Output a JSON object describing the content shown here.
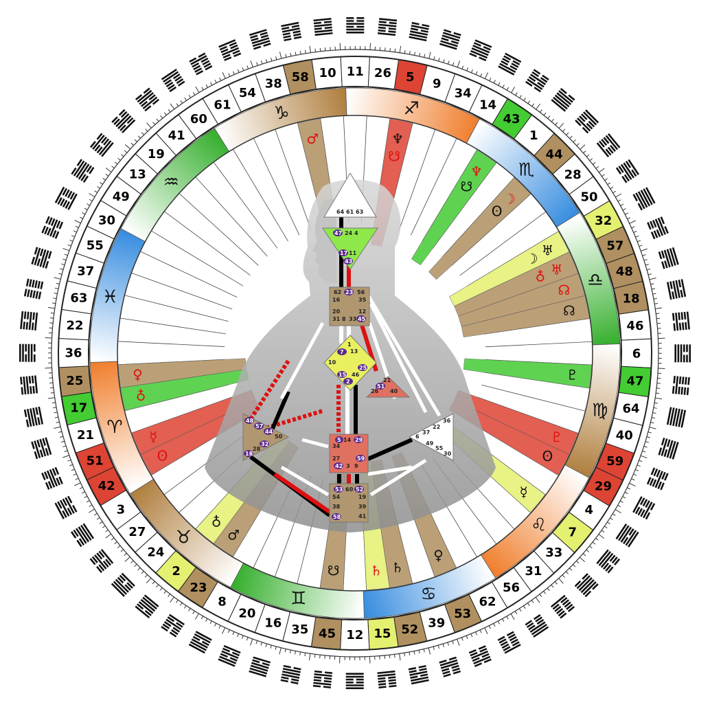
{
  "outer_gates": [
    {
      "n": "10",
      "c": ""
    },
    {
      "n": "11",
      "c": ""
    },
    {
      "n": "26",
      "c": ""
    },
    {
      "n": "5",
      "c": "red"
    },
    {
      "n": "9",
      "c": ""
    },
    {
      "n": "34",
      "c": ""
    },
    {
      "n": "14",
      "c": ""
    },
    {
      "n": "43",
      "c": "green"
    },
    {
      "n": "1",
      "c": ""
    },
    {
      "n": "44",
      "c": "brown"
    },
    {
      "n": "28",
      "c": ""
    },
    {
      "n": "50",
      "c": ""
    },
    {
      "n": "32",
      "c": "yellow"
    },
    {
      "n": "57",
      "c": "brown"
    },
    {
      "n": "48",
      "c": "brown"
    },
    {
      "n": "18",
      "c": "brown"
    },
    {
      "n": "46",
      "c": ""
    },
    {
      "n": "6",
      "c": ""
    },
    {
      "n": "47",
      "c": "green"
    },
    {
      "n": "64",
      "c": ""
    },
    {
      "n": "40",
      "c": ""
    },
    {
      "n": "59",
      "c": "red"
    },
    {
      "n": "29",
      "c": "red"
    },
    {
      "n": "4",
      "c": ""
    },
    {
      "n": "7",
      "c": "yellow"
    },
    {
      "n": "33",
      "c": ""
    },
    {
      "n": "31",
      "c": ""
    },
    {
      "n": "56",
      "c": ""
    },
    {
      "n": "62",
      "c": ""
    },
    {
      "n": "53",
      "c": "brown"
    },
    {
      "n": "39",
      "c": ""
    },
    {
      "n": "52",
      "c": "brown"
    },
    {
      "n": "15",
      "c": "yellow"
    },
    {
      "n": "12",
      "c": ""
    },
    {
      "n": "45",
      "c": "brown"
    },
    {
      "n": "35",
      "c": ""
    },
    {
      "n": "16",
      "c": ""
    },
    {
      "n": "20",
      "c": ""
    },
    {
      "n": "8",
      "c": ""
    },
    {
      "n": "23",
      "c": "brown"
    },
    {
      "n": "2",
      "c": "yellow"
    },
    {
      "n": "24",
      "c": ""
    },
    {
      "n": "27",
      "c": ""
    },
    {
      "n": "3",
      "c": ""
    },
    {
      "n": "42",
      "c": "red"
    },
    {
      "n": "51",
      "c": "red"
    },
    {
      "n": "21",
      "c": ""
    },
    {
      "n": "17",
      "c": "green"
    },
    {
      "n": "25",
      "c": "brown"
    },
    {
      "n": "36",
      "c": ""
    },
    {
      "n": "22",
      "c": ""
    },
    {
      "n": "63",
      "c": ""
    },
    {
      "n": "37",
      "c": ""
    },
    {
      "n": "55",
      "c": ""
    },
    {
      "n": "30",
      "c": ""
    },
    {
      "n": "49",
      "c": ""
    },
    {
      "n": "13",
      "c": ""
    },
    {
      "n": "19",
      "c": ""
    },
    {
      "n": "41",
      "c": ""
    },
    {
      "n": "60",
      "c": ""
    },
    {
      "n": "61",
      "c": ""
    },
    {
      "n": "54",
      "c": ""
    },
    {
      "n": "38",
      "c": ""
    },
    {
      "n": "58",
      "c": "brown"
    }
  ],
  "zodiac": [
    {
      "sym": "♐",
      "color": "#f08030"
    },
    {
      "sym": "♏",
      "color": "#3a8ee0"
    },
    {
      "sym": "♎",
      "color": "#38b030"
    },
    {
      "sym": "♍",
      "color": "#b08040"
    },
    {
      "sym": "♌",
      "color": "#f08030"
    },
    {
      "sym": "♋",
      "color": "#3a8ee0"
    },
    {
      "sym": "♊",
      "color": "#38b030"
    },
    {
      "sym": "♉",
      "color": "#b08040"
    },
    {
      "sym": "♈",
      "color": "#f08030"
    },
    {
      "sym": "♓",
      "color": "#3a8ee0"
    },
    {
      "sym": "♒",
      "color": "#38b030"
    },
    {
      "sym": "♑",
      "color": "#b08040"
    }
  ],
  "planets": [
    {
      "sym": "♆",
      "color": "#111111"
    },
    {
      "sym": "♆",
      "color": "#dd1111"
    },
    {
      "sym": "☽",
      "color": "#dd1111"
    },
    {
      "sym": "♅",
      "color": "#111111"
    },
    {
      "sym": "♅",
      "color": "#dd1111"
    },
    {
      "sym": "☊",
      "color": "#dd1111"
    },
    {
      "sym": "☊",
      "color": "#111111"
    },
    {
      "sym": "♇",
      "color": "#111111"
    },
    {
      "sym": "♇",
      "color": "#dd1111"
    },
    {
      "sym": "ʘ",
      "color": "#111111"
    },
    {
      "sym": "☿",
      "color": "#111111"
    },
    {
      "sym": "♀",
      "color": "#111111"
    },
    {
      "sym": "♄",
      "color": "#111111"
    },
    {
      "sym": "♄",
      "color": "#dd1111"
    },
    {
      "sym": "☋",
      "color": "#111111"
    },
    {
      "sym": "♂",
      "color": "#111111"
    },
    {
      "sym": "♁",
      "color": "#111111"
    },
    {
      "sym": "ʘ",
      "color": "#dd1111"
    },
    {
      "sym": "☿",
      "color": "#dd1111"
    },
    {
      "sym": "♁",
      "color": "#dd1111"
    },
    {
      "sym": "♀",
      "color": "#dd1111"
    },
    {
      "sym": "♂",
      "color": "#dd1111"
    },
    {
      "sym": "☋",
      "color": "#dd1111"
    },
    {
      "sym": "☋",
      "color": "#111111"
    },
    {
      "sym": "ʘ",
      "color": "#111111"
    },
    {
      "sym": "☽",
      "color": "#111111"
    },
    {
      "sym": "♁",
      "color": "#dd1111"
    }
  ],
  "centers": {
    "head": [
      "64",
      "61",
      "63"
    ],
    "ajna": [
      "47",
      "24",
      "4",
      "17",
      "11",
      "43"
    ],
    "throat": [
      "62",
      "23",
      "56",
      "16",
      "35",
      "20",
      "12",
      "31",
      "8",
      "33",
      "45"
    ],
    "g": [
      "1",
      "7",
      "13",
      "10",
      "25",
      "15",
      "46",
      "2"
    ],
    "heart": [
      "21",
      "51",
      "26",
      "40"
    ],
    "spleen": [
      "48",
      "57",
      "44",
      "50",
      "32",
      "28",
      "18"
    ],
    "sacral": [
      "5",
      "14",
      "29",
      "34",
      "27",
      "59",
      "42",
      "3",
      "9"
    ],
    "solar": [
      "36",
      "22",
      "6",
      "37",
      "49",
      "55",
      "30"
    ],
    "root": [
      "53",
      "60",
      "52",
      "54",
      "19",
      "38",
      "39",
      "58",
      "41"
    ]
  }
}
